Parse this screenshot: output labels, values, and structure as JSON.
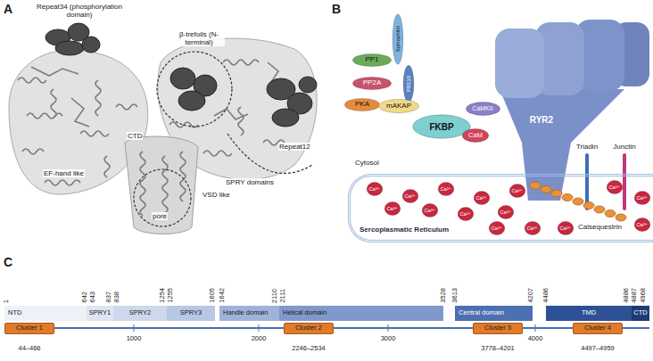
{
  "diagram": {
    "nodes": [
      {
        "text": [
          "RYR2"
        ]
      },
      {
        "text": [
          "PP1"
        ]
      },
      {
        "text": [
          "Spinophilin"
        ]
      },
      {
        "text": [
          "PP2A"
        ]
      },
      {
        "text": [
          "PR130"
        ]
      },
      {
        "text": [
          "PKA"
        ]
      },
      {
        "text": [
          "mAKAP"
        ]
      },
      {
        "text": [
          "FKBP"
        ]
      },
      {
        "text": [
          "CaMKII"
        ]
      },
      {
        "text": [
          "CaM"
        ]
      },
      {
        "text": [
          "Sercoplasmatic Reticulum"
        ]
      },
      {
        "text": [
          "Ca²⁺"
        ],
        "in": 10
      },
      {
        "text": [
          "Ca²⁺"
        ],
        "in": 10
      },
      {
        "text": [
          "Ca²⁺"
        ],
        "in": 10
      },
      {
        "text": [
          "Ca²⁺"
        ],
        "in": 10
      },
      {
        "text": [
          "Ca²⁺"
        ],
        "in": 10
      },
      {
        "text": [
          "Ca²⁺"
        ],
        "in": 10
      },
      {
        "text": [
          "Ca²⁺"
        ],
        "in": 10
      },
      {
        "text": [
          "Ca²⁺"
        ],
        "in": 10
      },
      {
        "text": [
          "Ca²⁺"
        ],
        "in": 10
      },
      {
        "text": [
          "Ca²⁺"
        ],
        "in": 10
      },
      {
        "text": [
          "Ca²⁺"
        ],
        "in": 10
      },
      {
        "text": [
          "Ca²⁺"
        ],
        "in": 10
      },
      {
        "text": [
          "Ca²⁺"
        ],
        "in": 10
      },
      {
        "text": [
          "Ca²⁺"
        ],
        "in": 10
      },
      {
        "text": [
          "Ca²⁺"
        ],
        "in": 10
      },
      {
        "text": [
          "NTD"
        ]
      },
      {
        "text": [
          "SPRY1"
        ]
      },
      {
        "text": [
          "SPRY2"
        ]
      },
      {
        "text": [
          "SPRY3"
        ]
      },
      {
        "text": [
          "Handle domain"
        ]
      },
      {
        "text": [
          "Helical domain"
        ]
      },
      {
        "text": [
          "Central domain"
        ]
      },
      {
        "text": [
          "TMD"
        ]
      },
      {
        "text": [
          "CTD"
        ]
      },
      {
        "text": [
          "Cluster 1",
          "44–466"
        ]
      },
      {
        "text": [
          "Cluster 2",
          "2246–2534"
        ]
      },
      {
        "text": [
          "Cluster 3",
          "3778–4201"
        ]
      },
      {
        "text": [
          "Cluster 4",
          "4497–4959"
        ]
      }
    ],
    "labels": [
      "A",
      "Repeat34 (phosphorylation domain)",
      "β-trefoils (N-terminal)",
      "CTD",
      "Repeat12",
      "SPRY domains",
      "EF-hand like",
      "VSD like",
      "pore",
      "B",
      "Cytosol",
      "Triadin",
      "Junctin",
      "Calsequestrin",
      "C",
      "1",
      "642",
      "643",
      "837",
      "838",
      "1254",
      "1255",
      "1605",
      "1642",
      "2110",
      "2111",
      "3528",
      "3613",
      "4207",
      "4486",
      "4886",
      "4887",
      "4968",
      "1000",
      "2000",
      "3000",
      "4000"
    ]
  }
}
